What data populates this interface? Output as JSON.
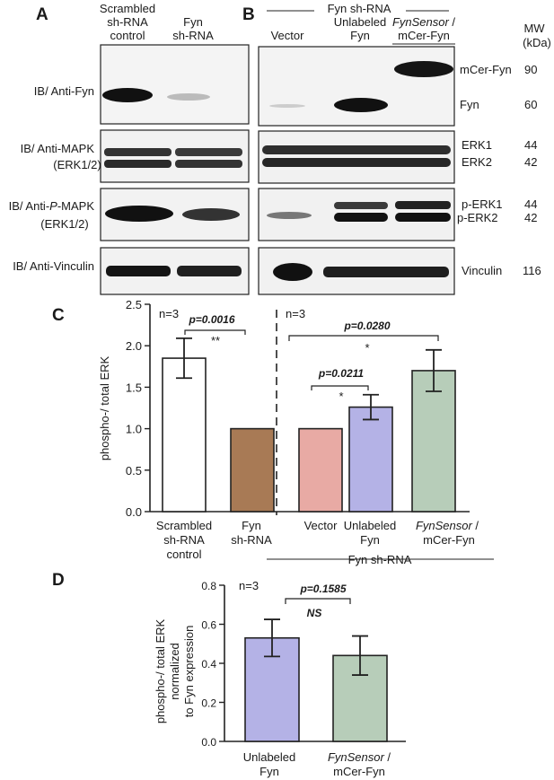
{
  "panels": {
    "a": {
      "letter": "A",
      "columns": [
        {
          "line1": "Scrambled",
          "line2": "sh-RNA",
          "line3": "control"
        },
        {
          "line1": "Fyn",
          "line2": "sh-RNA"
        }
      ],
      "rows": [
        {
          "line1": "IB/ Anti-Fyn"
        },
        {
          "line1": "IB/ Anti-MAPK",
          "line2": "(ERK1/2)"
        },
        {
          "line1_pre": "IB/ Anti-",
          "line1_it": "P",
          "line1_post": "-MAPK",
          "line2": "(ERK1/2)"
        },
        {
          "line1": "IB/ Anti-Vinculin"
        }
      ]
    },
    "b": {
      "letter": "B",
      "group_label": "Fyn sh-RNA",
      "columns": [
        {
          "line1": "Vector"
        },
        {
          "line1": "Unlabeled",
          "line2": "Fyn"
        },
        {
          "line1_it": "FynSensor",
          "line1_post": " /",
          "line2": "mCer-Fyn"
        }
      ],
      "mw_header": {
        "line1": "MW",
        "line2": "(kDa)"
      },
      "band_labels": [
        {
          "name": "mCer-Fyn",
          "mw": "90"
        },
        {
          "name": "Fyn",
          "mw": "60"
        },
        {
          "name": "ERK1",
          "mw": "44"
        },
        {
          "name": "ERK2",
          "mw": "42"
        },
        {
          "name": "p-ERK1",
          "mw": "44"
        },
        {
          "name": "p-ERK2",
          "mw": "42"
        },
        {
          "name": "Vinculin",
          "mw": "116"
        }
      ]
    },
    "c": {
      "letter": "C",
      "n_left": "n=3",
      "n_right": "n=3",
      "group_label": "Fyn sh-RNA",
      "comparisons": [
        {
          "p": "p=0.0016",
          "sig": "**"
        },
        {
          "p": "p=0.0211",
          "sig": "*"
        },
        {
          "p": "p=0.0280",
          "sig": "*"
        }
      ]
    },
    "d": {
      "letter": "D",
      "n_label": "n=3",
      "comparison": {
        "p": "p=0.1585",
        "sig": "NS"
      }
    }
  },
  "chart_data": [
    {
      "type": "bar",
      "ylabel": "phospho-/ total ERK",
      "ylim": [
        0,
        2.5
      ],
      "yticks": [
        "0.0",
        "0.5",
        "1.0",
        "1.5",
        "2.0",
        "2.5"
      ],
      "categories": [
        {
          "line1": "Scrambled",
          "line2": "sh-RNA",
          "line3": "control"
        },
        {
          "line1": "Fyn",
          "line2": "sh-RNA"
        },
        {
          "line1": "Vector"
        },
        {
          "line1": "Unlabeled",
          "line2": "Fyn"
        },
        {
          "line1_it": "FynSensor",
          "line1_post": " /",
          "line2": "mCer-Fyn"
        }
      ],
      "values": [
        1.85,
        1.0,
        1.0,
        1.26,
        1.7
      ],
      "errors": [
        0.24,
        0,
        0,
        0.15,
        0.25
      ],
      "colors": [
        "#ffffff",
        "#a87a55",
        "#e8aaa4",
        "#b4b2e6",
        "#b7cdb9"
      ]
    },
    {
      "type": "bar",
      "ylabel": {
        "line1": "phospho-/ total ERK",
        "line2": "normalized",
        "line3": "to Fyn expression"
      },
      "ylim": [
        0,
        0.8
      ],
      "yticks": [
        "0.0",
        "0.2",
        "0.4",
        "0.6",
        "0.8"
      ],
      "categories": [
        {
          "line1": "Unlabeled",
          "line2": "Fyn"
        },
        {
          "line1_it": "FynSensor",
          "line1_post": " /",
          "line2": "mCer-Fyn"
        }
      ],
      "values": [
        0.53,
        0.44
      ],
      "errors": [
        0.095,
        0.1
      ],
      "colors": [
        "#b4b2e6",
        "#b7cdb9"
      ]
    }
  ]
}
